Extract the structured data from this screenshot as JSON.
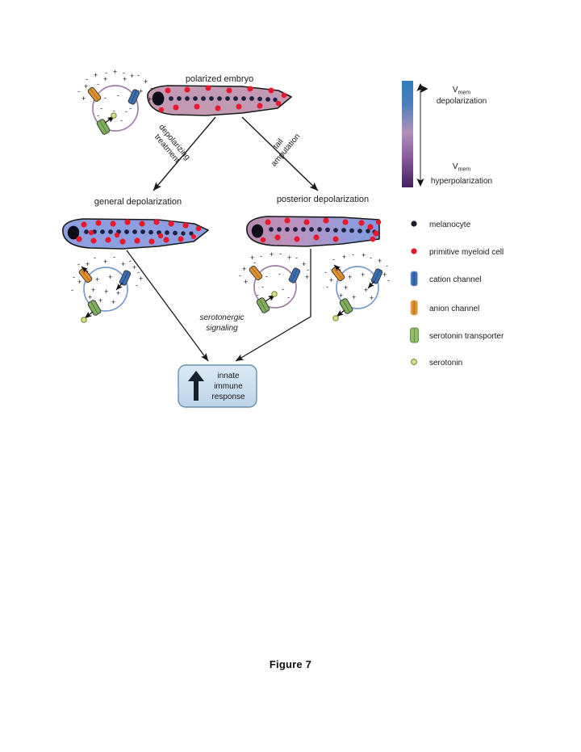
{
  "figure": {
    "caption": "Figure 7",
    "title_node": "polarized embryo"
  },
  "nodes": {
    "polarized_embryo": "polarized embryo",
    "general_depolarization": "general depolarization",
    "posterior_depolarization": "posterior depolarization",
    "innate_immune_response_line1": "innate",
    "innate_immune_response_line2": "immune",
    "innate_immune_response_line3": "response"
  },
  "arrows": {
    "depolarizing_treatment_line1": "depolarizing",
    "depolarizing_treatment_line2": "treatment",
    "tail_amputation_line1": "tail",
    "tail_amputation_line2": "amputation",
    "serotonergic_signaling_line1": "serotonergic",
    "serotonergic_signaling_line2": "signaling"
  },
  "scale_bar": {
    "top_symbol": "V",
    "top_subscript": "mem",
    "top_label": "depolarization",
    "bottom_symbol": "V",
    "bottom_subscript": "mem",
    "bottom_label": "hyperpolarization",
    "gradient_top_color": "#2f7fc1",
    "gradient_mid_color": "#b088b8",
    "gradient_bottom_color": "#4b2266"
  },
  "legend": {
    "items": [
      {
        "icon": "melanocyte-dot-icon",
        "label": "melanocyte",
        "color": "#1a1a2e",
        "shape": "dot"
      },
      {
        "icon": "myeloid-dot-icon",
        "label": "primitive  myeloid cell",
        "color": "#e8192c",
        "shape": "dot"
      },
      {
        "icon": "cation-channel-icon",
        "label": "cation channel",
        "color": "#3b6fb5",
        "shape": "capsule"
      },
      {
        "icon": "anion-channel-icon",
        "label": "anion channel",
        "color": "#e0922f",
        "shape": "capsule"
      },
      {
        "icon": "serotonin-transporter-icon",
        "label": "serotonin transporter",
        "color": "#8fbf6a",
        "shape": "capsule"
      },
      {
        "icon": "serotonin-icon",
        "label": "serotonin",
        "color": "#b5c96a",
        "shape": "ring"
      }
    ]
  },
  "colors": {
    "embryo_polarized_body": "#c39ab4",
    "embryo_depolarized_body": "#8c9fe0",
    "melanocyte": "#1f2140",
    "myeloid_cell": "#e8192c",
    "cell_membrane_polarized": "#a07ea8",
    "cell_membrane_depolarized": "#7b9bd0",
    "cation_channel": "#3b6fb5",
    "anion_channel": "#e0922f",
    "serotonin_transporter": "#7fae5c",
    "serotonin": "#b5c96a",
    "box_fill": "#cfe0ef",
    "box_stroke": "#6b8fad",
    "arrow": "#1a1a1a"
  }
}
